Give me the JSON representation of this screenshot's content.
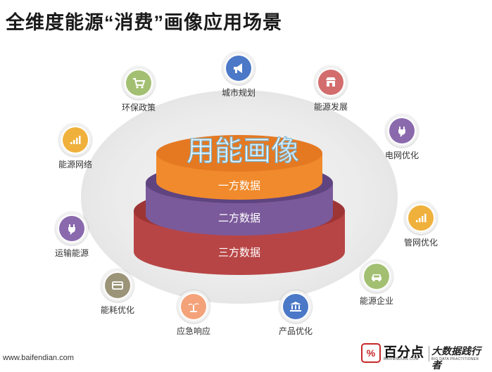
{
  "title": "全维度能源“消费”画像应用场景",
  "center": {
    "headline": "用能画像",
    "tiers": [
      "一方数据",
      "二方数据",
      "三方数据"
    ]
  },
  "nodes": [
    {
      "label": "城市规划",
      "icon": "megaphone-icon",
      "color": "#4b78c7"
    },
    {
      "label": "环保政策",
      "icon": "cart-icon",
      "color": "#a3c072"
    },
    {
      "label": "能源发展",
      "icon": "store-icon",
      "color": "#d36d6d"
    },
    {
      "label": "能源网络",
      "icon": "signal-bars-icon",
      "color": "#f0b13c"
    },
    {
      "label": "电网优化",
      "icon": "plug-icon",
      "color": "#8a69ad"
    },
    {
      "label": "管网优化",
      "icon": "signal-bars-icon",
      "color": "#f0b13c"
    },
    {
      "label": "运输能源",
      "icon": "plug-icon",
      "color": "#8a69ad"
    },
    {
      "label": "能源企业",
      "icon": "car-icon",
      "color": "#a3c072"
    },
    {
      "label": "能耗优化",
      "icon": "card-icon",
      "color": "#9c9478"
    },
    {
      "label": "应急响应",
      "icon": "palm-tree-icon",
      "color": "#f4a27a"
    },
    {
      "label": "产品优化",
      "icon": "bank-icon",
      "color": "#4b78c7"
    }
  ],
  "footer": {
    "url": "www.baifendian.com",
    "brand": "百分点",
    "brand_sub": "BAIFENDIAN.COM",
    "slogan": "大数据践行者",
    "slogan_sub": "BIG DATA PRACTITIONER"
  }
}
